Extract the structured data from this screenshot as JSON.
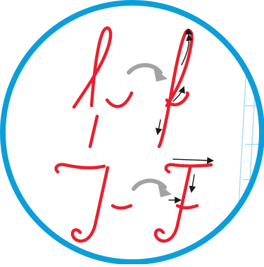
{
  "illustration": {
    "subject": "cursive-letter-stroke-order",
    "colors": {
      "circle_border": "#0b9ed9",
      "background": "#ffffff",
      "guide_lines": "#a9dbf1",
      "letter_stroke": "#e8202e",
      "transition_arrow": "#a3a3a3",
      "direction_arrow": "#1a1a1a"
    },
    "rows": [
      {
        "from_letter": "cursive-lowercase-f-partial",
        "to_letter": "cursive-lowercase-f-complete",
        "arrow": "gray-curved-arrow"
      },
      {
        "from_letter": "cursive-uppercase-f-partial",
        "to_letter": "cursive-uppercase-f-complete",
        "arrow": "gray-curved-arrow"
      }
    ]
  }
}
